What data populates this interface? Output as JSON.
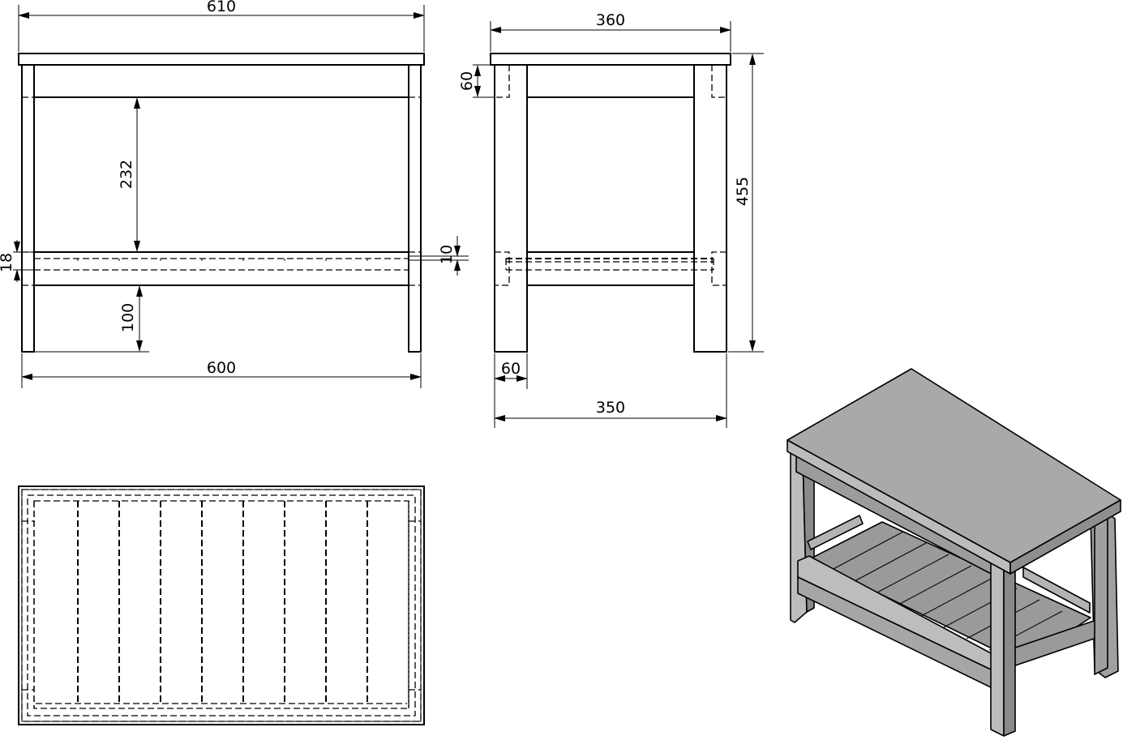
{
  "dimensions": {
    "front_top_width": "610",
    "front_inner_height": "232",
    "front_shelf_thickness": "18",
    "front_slat_thickness": "10",
    "front_shelf_height": "100",
    "front_leg_span": "600",
    "side_top_depth": "360",
    "side_apron_height": "60",
    "side_total_height": "455",
    "side_leg_width": "60",
    "side_leg_span": "350"
  },
  "colors": {
    "line": "#000000",
    "iso_top": "#a9a9a9",
    "iso_light": "#bdbdbd",
    "iso_mid": "#a0a0a0",
    "iso_dark": "#8a8a8a",
    "background": "#ffffff"
  }
}
